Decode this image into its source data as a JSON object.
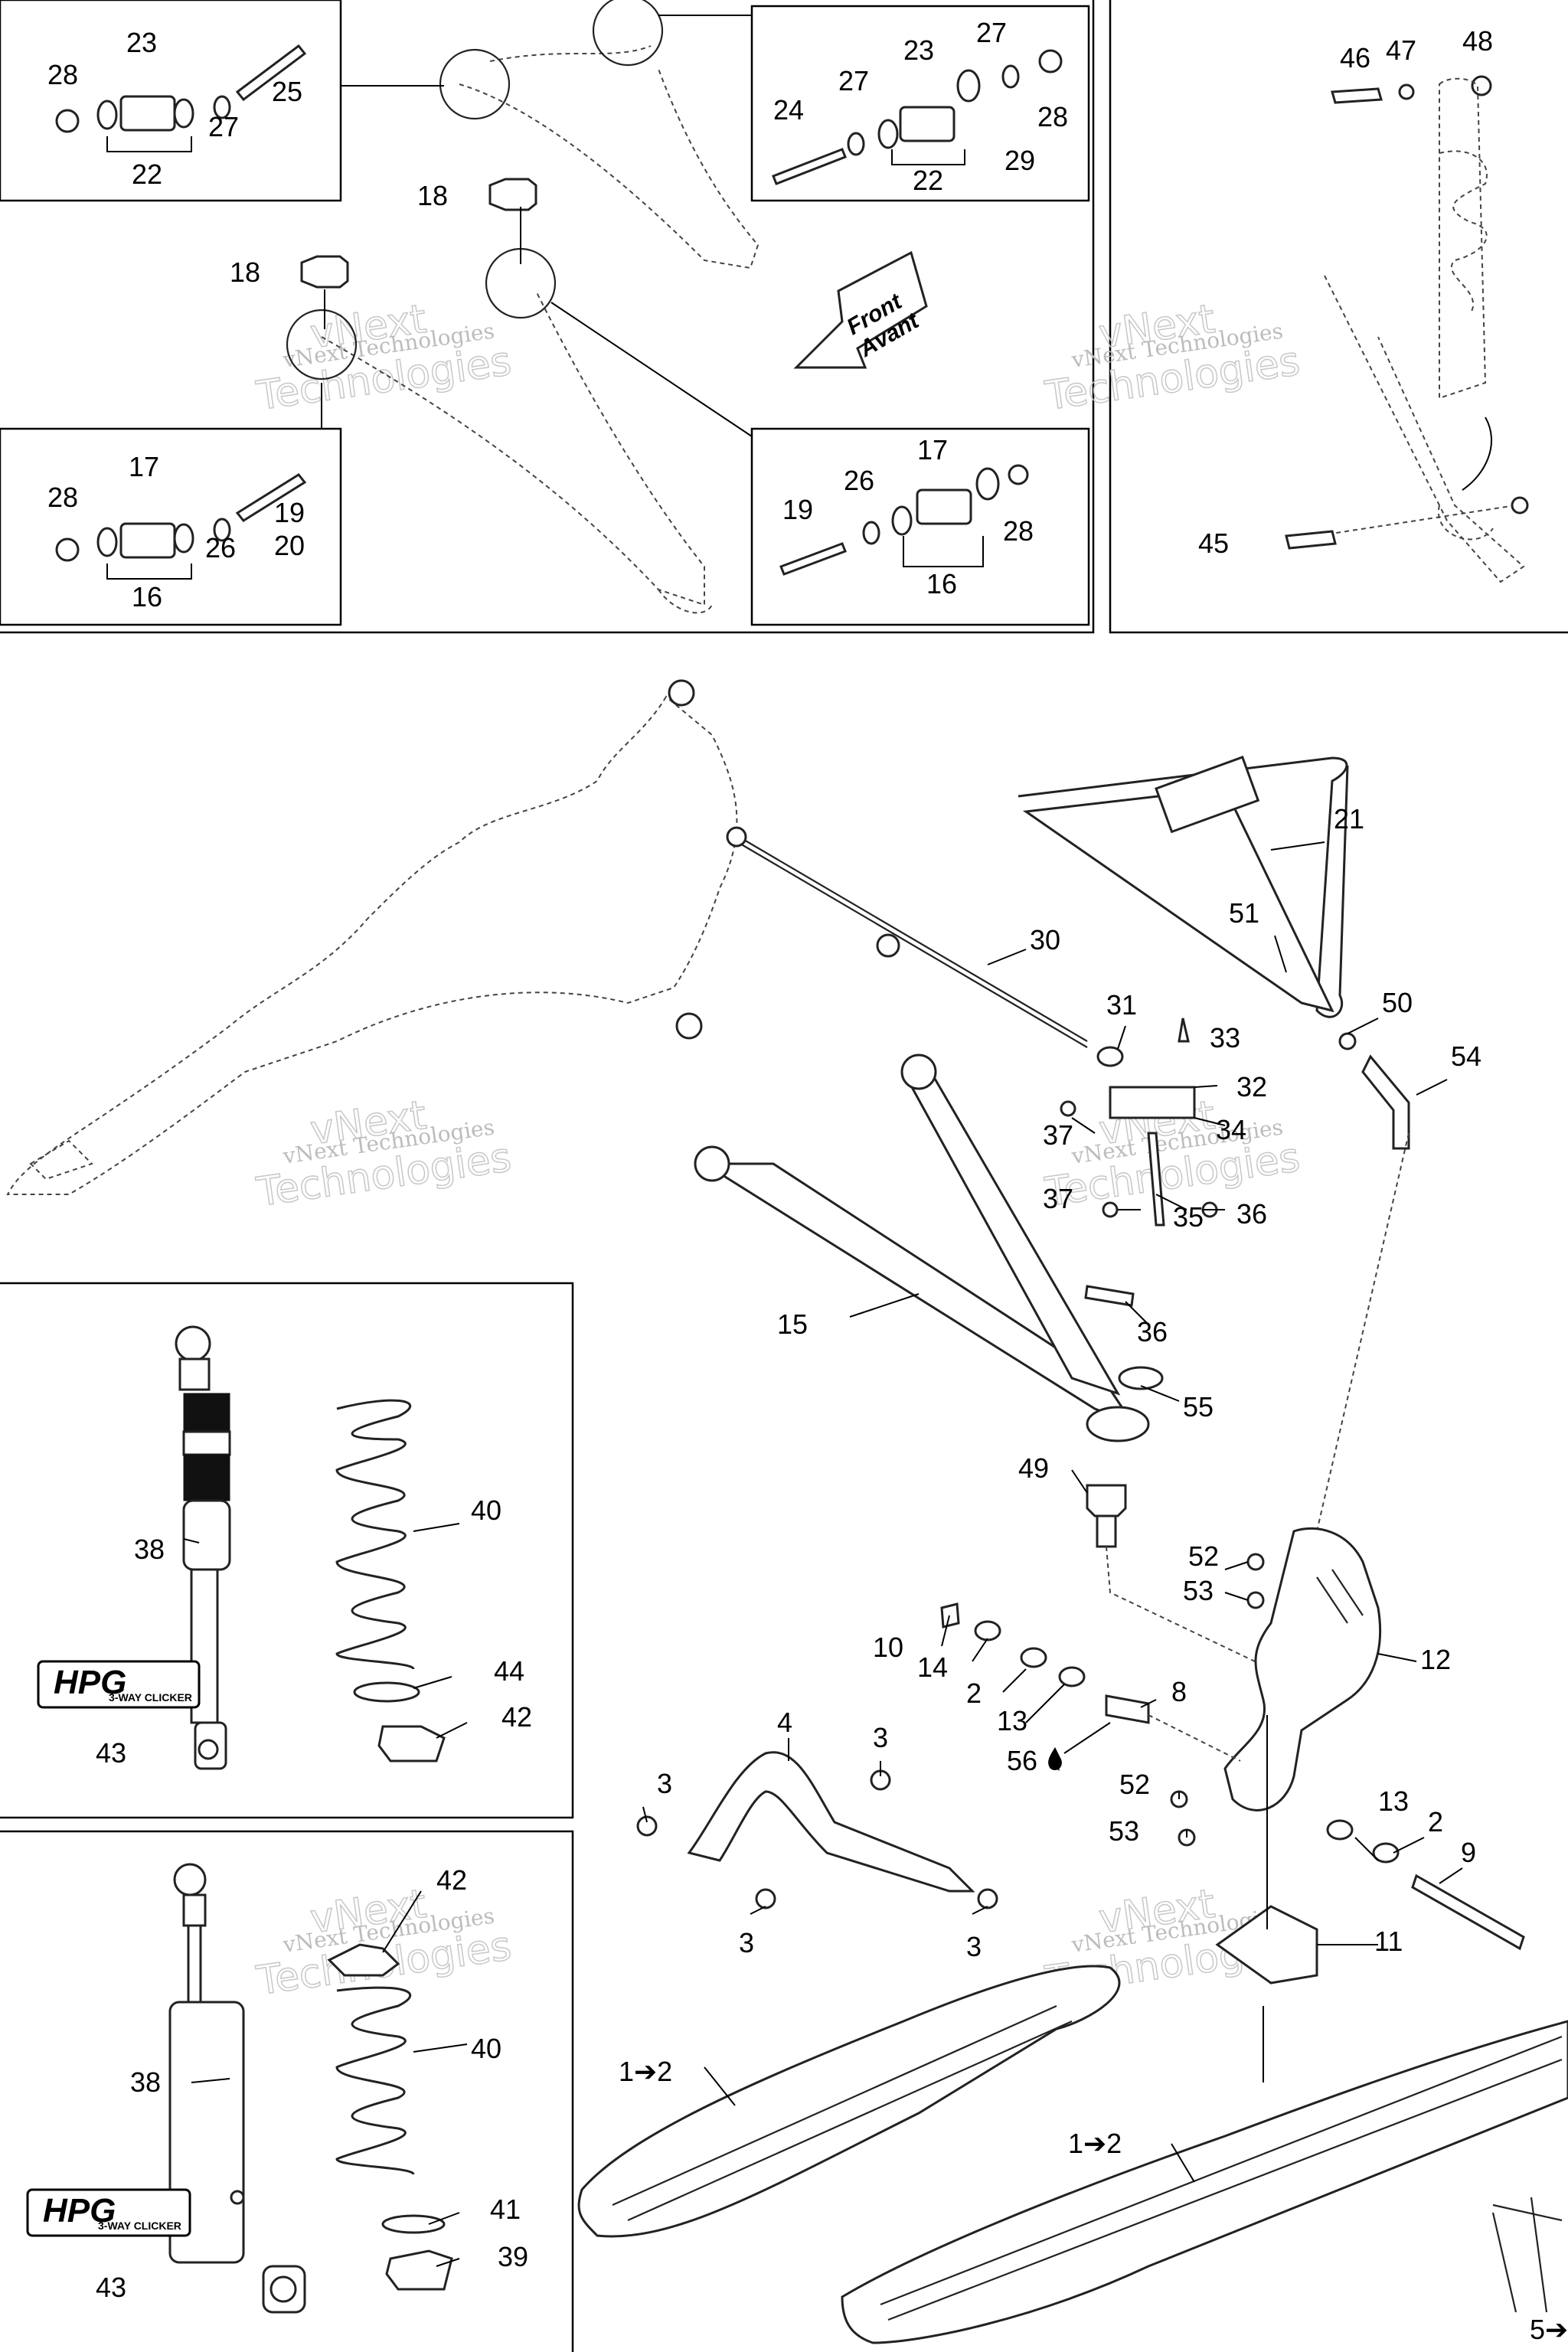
{
  "watermark": {
    "small": "vNext Technologies",
    "big_top": "vNext",
    "big_bottom": "Technologies"
  },
  "front_arrow": {
    "line1": "Front",
    "line2": "Avant"
  },
  "logo": {
    "mark": "HPG",
    "sub": "3-WAY CLICKER"
  },
  "callouts": [
    {
      "id": "c1",
      "text": "28"
    },
    {
      "id": "c2",
      "text": "23"
    },
    {
      "id": "c3",
      "text": "25"
    },
    {
      "id": "c4",
      "text": "27"
    },
    {
      "id": "c5",
      "text": "22"
    },
    {
      "id": "c6",
      "text": "27"
    },
    {
      "id": "c7",
      "text": "23"
    },
    {
      "id": "c8",
      "text": "27"
    },
    {
      "id": "c9",
      "text": "24"
    },
    {
      "id": "c10",
      "text": "28"
    },
    {
      "id": "c11",
      "text": "29"
    },
    {
      "id": "c12",
      "text": "22"
    },
    {
      "id": "c13",
      "text": "18"
    },
    {
      "id": "c14",
      "text": "18"
    },
    {
      "id": "c15",
      "text": "28"
    },
    {
      "id": "c16",
      "text": "17"
    },
    {
      "id": "c17",
      "text": "19"
    },
    {
      "id": "c18",
      "text": "20"
    },
    {
      "id": "c19",
      "text": "26"
    },
    {
      "id": "c20",
      "text": "16"
    },
    {
      "id": "c21",
      "text": "17"
    },
    {
      "id": "c22",
      "text": "26"
    },
    {
      "id": "c23",
      "text": "19"
    },
    {
      "id": "c24",
      "text": "28"
    },
    {
      "id": "c25",
      "text": "16"
    },
    {
      "id": "c26",
      "text": "46"
    },
    {
      "id": "c27",
      "text": "47"
    },
    {
      "id": "c28",
      "text": "48"
    },
    {
      "id": "c29",
      "text": "45"
    },
    {
      "id": "c30",
      "text": "21"
    },
    {
      "id": "c31",
      "text": "30"
    },
    {
      "id": "c32",
      "text": "51"
    },
    {
      "id": "c33",
      "text": "50"
    },
    {
      "id": "c34",
      "text": "54"
    },
    {
      "id": "c35",
      "text": "31"
    },
    {
      "id": "c36",
      "text": "33"
    },
    {
      "id": "c37",
      "text": "32"
    },
    {
      "id": "c38",
      "text": "37"
    },
    {
      "id": "c39",
      "text": "34"
    },
    {
      "id": "c40",
      "text": "37"
    },
    {
      "id": "c41",
      "text": "35"
    },
    {
      "id": "c42",
      "text": "36"
    },
    {
      "id": "c43",
      "text": "15"
    },
    {
      "id": "c44",
      "text": "36"
    },
    {
      "id": "c45",
      "text": "55"
    },
    {
      "id": "c46",
      "text": "49"
    },
    {
      "id": "c47",
      "text": "52"
    },
    {
      "id": "c48",
      "text": "53"
    },
    {
      "id": "c49",
      "text": "12"
    },
    {
      "id": "c50",
      "text": "10"
    },
    {
      "id": "c51",
      "text": "14"
    },
    {
      "id": "c52",
      "text": "2"
    },
    {
      "id": "c53",
      "text": "13"
    },
    {
      "id": "c54",
      "text": "8"
    },
    {
      "id": "c55",
      "text": "56"
    },
    {
      "id": "c56",
      "text": "52"
    },
    {
      "id": "c57",
      "text": "53"
    },
    {
      "id": "c58",
      "text": "13"
    },
    {
      "id": "c59",
      "text": "2"
    },
    {
      "id": "c60",
      "text": "9"
    },
    {
      "id": "c61",
      "text": "4"
    },
    {
      "id": "c62",
      "text": "3"
    },
    {
      "id": "c63",
      "text": "3"
    },
    {
      "id": "c64",
      "text": "3"
    },
    {
      "id": "c65",
      "text": "3"
    },
    {
      "id": "c66",
      "text": "11"
    },
    {
      "id": "c67",
      "text": "1➔2"
    },
    {
      "id": "c68",
      "text": "1➔2"
    },
    {
      "id": "c69",
      "text": "5➔"
    },
    {
      "id": "c70",
      "text": "38"
    },
    {
      "id": "c71",
      "text": "40"
    },
    {
      "id": "c72",
      "text": "44"
    },
    {
      "id": "c73",
      "text": "42"
    },
    {
      "id": "c74",
      "text": "43"
    },
    {
      "id": "c75",
      "text": "42"
    },
    {
      "id": "c76",
      "text": "40"
    },
    {
      "id": "c77",
      "text": "38"
    },
    {
      "id": "c78",
      "text": "41"
    },
    {
      "id": "c79",
      "text": "39"
    },
    {
      "id": "c80",
      "text": "43"
    }
  ]
}
